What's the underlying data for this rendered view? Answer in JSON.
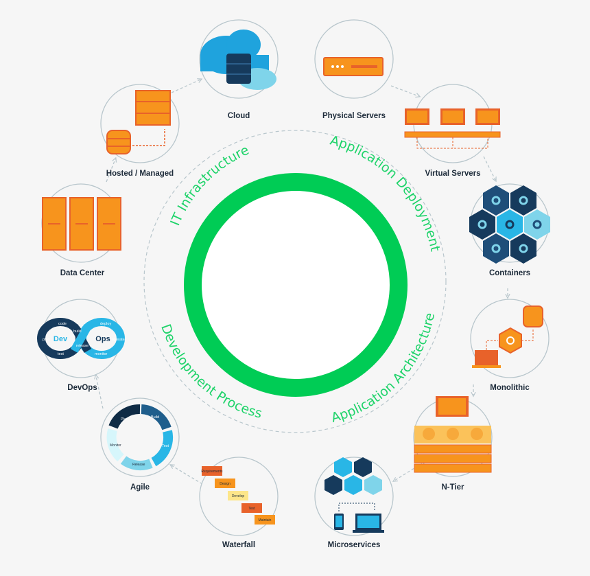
{
  "sections": {
    "it_infrastructure": "IT Infrastructure",
    "application_deployment": "Application Deployment",
    "application_architecture": "Application Architecture",
    "development_process": "Development Process"
  },
  "nodes": {
    "cloud": "Cloud",
    "physical_servers": "Physical Servers",
    "hosted_managed": "Hosted / Managed",
    "virtual_servers": "Virtual Servers",
    "data_center": "Data Center",
    "containers": "Containers",
    "devops": "DevOps",
    "monolithic": "Monolithic",
    "agile": "Agile",
    "n_tier": "N-Tier",
    "waterfall": "Waterfall",
    "microservices": "Microservices"
  },
  "devops_icon": {
    "dev": "Dev",
    "ops": "Ops",
    "steps": [
      "code",
      "build",
      "test",
      "plan",
      "release",
      "deploy",
      "operate",
      "monitor"
    ]
  },
  "agile_icon": {
    "steps": [
      "Plan",
      "Build",
      "Test",
      "Release",
      "Monitor"
    ]
  },
  "waterfall_icon": {
    "steps": [
      "Requirements",
      "Design",
      "Develop",
      "Test",
      "Maintain"
    ]
  },
  "colors": {
    "green": "#00cc55",
    "orange": "#f7941d",
    "dark_orange": "#e8622a",
    "navy": "#163a5c",
    "cyan": "#29b6e6",
    "ring": "#b8c6cc"
  }
}
